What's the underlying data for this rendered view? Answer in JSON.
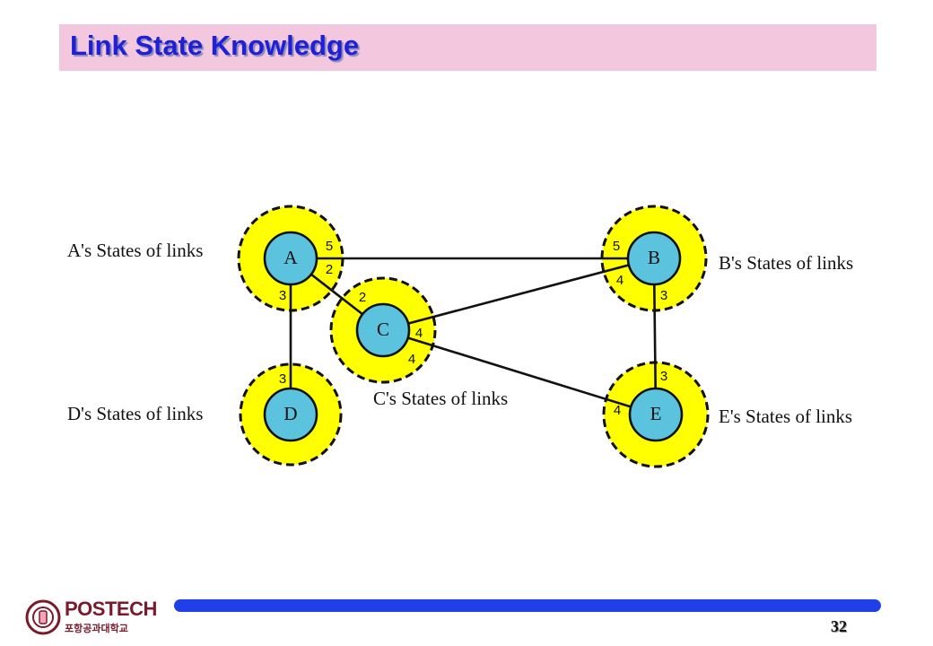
{
  "slide": {
    "title": "Link State Knowledge",
    "page_number": "32"
  },
  "logo": {
    "wordmark": "POSTECH",
    "subtitle": "포항공과대학교"
  },
  "colors": {
    "title_band": "#f3c8df",
    "title_text": "#1f1fd6",
    "region_fill": "#ffff00",
    "node_fill": "#5bc3dd",
    "footer_bar": "#1f3fe8",
    "logo": "#7a1a2c"
  },
  "diagram": {
    "nodes": [
      {
        "id": "A",
        "label": "A"
      },
      {
        "id": "B",
        "label": "B"
      },
      {
        "id": "C",
        "label": "C"
      },
      {
        "id": "D",
        "label": "D"
      },
      {
        "id": "E",
        "label": "E"
      }
    ],
    "links": [
      {
        "from": "A",
        "to": "B",
        "cost_from": "5",
        "cost_to": "5"
      },
      {
        "from": "A",
        "to": "C",
        "cost_from": "2",
        "cost_to": "2"
      },
      {
        "from": "A",
        "to": "D",
        "cost_from": "3",
        "cost_to": "3"
      },
      {
        "from": "C",
        "to": "B",
        "cost_from": "4",
        "cost_to": "4"
      },
      {
        "from": "C",
        "to": "E",
        "cost_from": "4",
        "cost_to": "4"
      },
      {
        "from": "B",
        "to": "E",
        "cost_from": "3",
        "cost_to": "3"
      }
    ],
    "captions": {
      "A": "A's States of links",
      "B": "B's States of links",
      "C": "C's States of links",
      "D": "D's States of links",
      "E": "E's States of links"
    }
  }
}
